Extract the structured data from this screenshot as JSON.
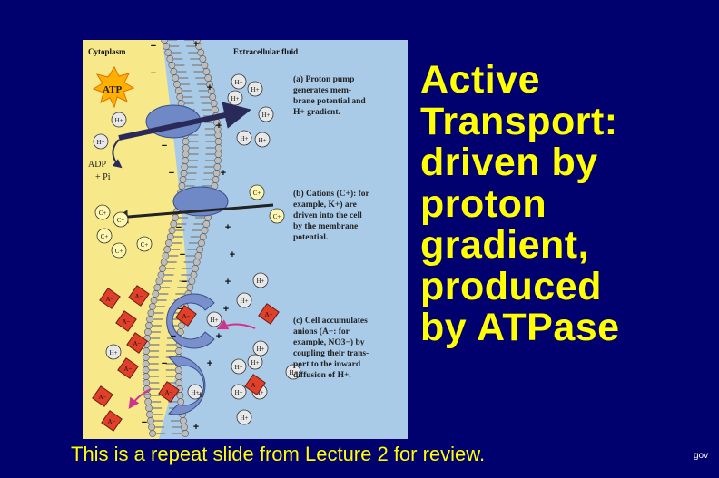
{
  "slide": {
    "title_lines": [
      "Active",
      "Transport:",
      "driven by",
      "proton",
      "gradient,",
      "produced",
      "by ATPase"
    ],
    "footer": "This is a repeat slide from Lecture 2 for review.",
    "initials": "gov"
  },
  "figure": {
    "region_left": "Cytoplasm",
    "region_right": "Extracellular fluid",
    "atp": "ATP",
    "adp": "ADP",
    "pi": "+ Pi",
    "ion_h": "H+",
    "ion_c": "C+",
    "ion_a": "A−",
    "plus": "+",
    "minus": "−",
    "caption_a": [
      "(a) Proton pump",
      "generates mem-",
      "brane potential and",
      "H+ gradient."
    ],
    "caption_b": [
      "(b) Cations (C+): for",
      "example, K+) are",
      "driven into the cell",
      "by the membrane",
      "potential."
    ],
    "caption_c": [
      "(c) Cell accumulates",
      "anions (A−: for",
      "example, NO3−) by",
      "coupling their trans-",
      "port to the inward",
      "diffusion of H+."
    ]
  },
  "colors": {
    "background": "#00006e",
    "title": "#ffff00",
    "cytoplasm": "#f7e88a",
    "extracellular": "#a9cbe8",
    "protein": "#6f89c7",
    "anion": "#e0402a"
  }
}
